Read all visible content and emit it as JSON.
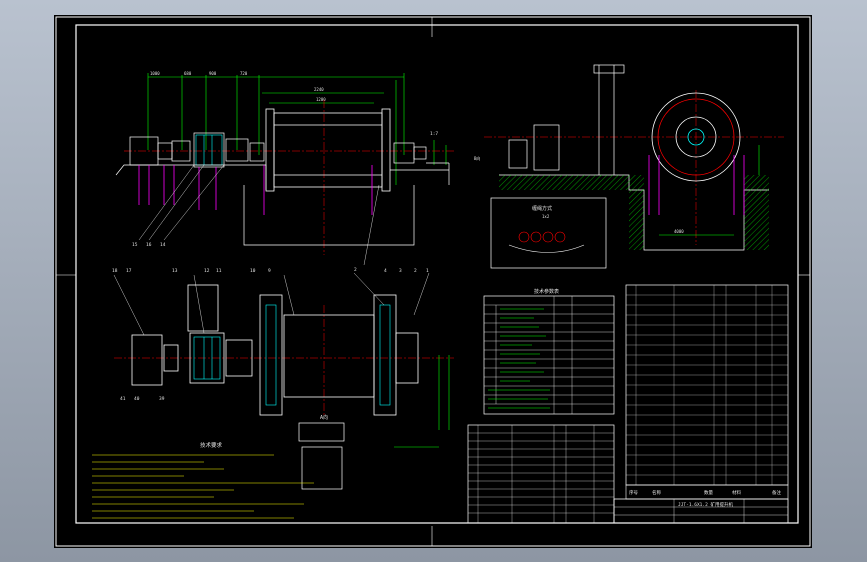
{
  "drawing": {
    "title_block_name": "JJT-1.6X1.2 矿用提升机",
    "tech_title": "技术要求",
    "params_title": "技术参数表",
    "detail_title": "缠绳方式",
    "detail_dim": "1x2",
    "section_label": "A向",
    "view_label_right": "B向",
    "view_label_top": "1:7",
    "table_col_seq": "序号",
    "table_col_name": "名称",
    "table_col_qty": "数量",
    "table_col_material": "材料",
    "table_col_note": "备注"
  },
  "colors": {
    "background": "#000000",
    "frame": "#ffffff",
    "outline": "#ffffff",
    "dim": "#00ff00",
    "center": "#ff0000",
    "hidden": "#00ffff",
    "accent": "#ff00ff",
    "note": "#ffff00"
  }
}
